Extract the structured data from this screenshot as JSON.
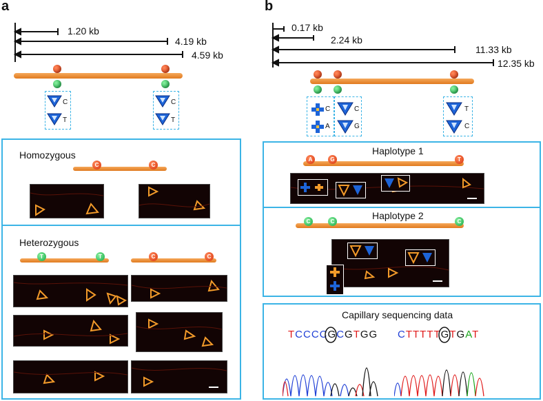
{
  "panel_a": {
    "letter": "a",
    "scale": [
      "1.20 kb",
      "4.19 kb",
      "4.59 kb"
    ],
    "marker_labels": [
      {
        "top": "C",
        "bottom": "T"
      },
      {
        "top": "C",
        "bottom": "T"
      }
    ],
    "homozygous_title": "Homozygous",
    "heterozygous_title": "Heterozygous",
    "homo_balls": [
      "C",
      "C"
    ],
    "hetero_balls_left": [
      "T",
      "T"
    ],
    "hetero_balls_right": [
      "C",
      "C"
    ]
  },
  "panel_b": {
    "letter": "b",
    "scale": [
      "0.17 kb",
      "2.24 kb",
      "11.33 kb",
      "12.35 kb"
    ],
    "marker_labels": [
      {
        "top": "C",
        "bottom": "A"
      },
      {
        "top": "C",
        "bottom": "G"
      },
      {
        "top": "T",
        "bottom": "C"
      }
    ],
    "haplotype1_title": "Haplotype 1",
    "haplotype2_title": "Haplotype 2",
    "hap1_balls": [
      "A",
      "G",
      "T"
    ],
    "hap2_balls": [
      "C",
      "C",
      "C"
    ],
    "sequencing_title": "Capillary sequencing data",
    "seq_left": "TCCCCGCGTGG",
    "seq_right": "CTTTTTGTGAT"
  },
  "colors": {
    "frame": "#3bb4e6",
    "rod": "#f29a45",
    "allele_red": "#d8320a",
    "allele_green": "#13a843",
    "base_A": "#1aa51a",
    "base_C": "#1f3fd6",
    "base_G": "#111111",
    "base_T": "#e01b1b"
  }
}
